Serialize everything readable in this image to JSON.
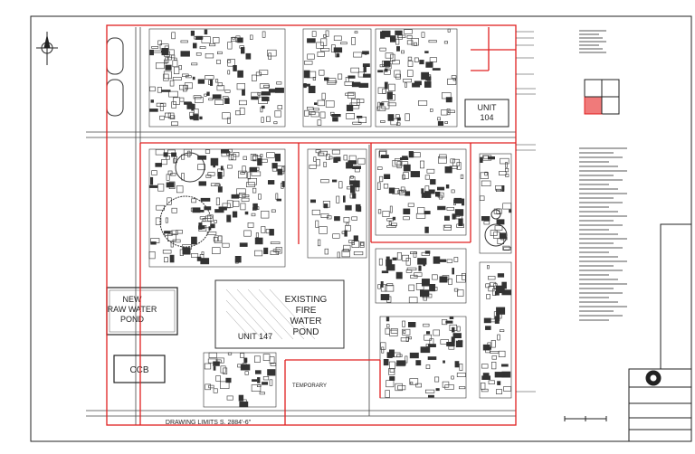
{
  "colors": {
    "line": "#1a1a1a",
    "boundary": "#e02020",
    "fill_red": "#f07a7a",
    "paper": "#ffffff"
  },
  "labels": {
    "unit_104": [
      "UNIT",
      "104"
    ],
    "existing_pond": [
      "EXISTING",
      "FIRE",
      "WATER",
      "POND"
    ],
    "unit_147": "UNIT 147",
    "new_pond": [
      "NEW",
      "RAW WATER",
      "POND"
    ],
    "ccb": "CCB",
    "drawing_limits": "DRAWING LIMITS  S. 2884'-6\"",
    "temporary": "TEMPORARY"
  },
  "icons": {
    "north_arrow": "north-arrow-icon",
    "logo": "company-seal-icon",
    "key_plan": "key-plan-icon"
  }
}
